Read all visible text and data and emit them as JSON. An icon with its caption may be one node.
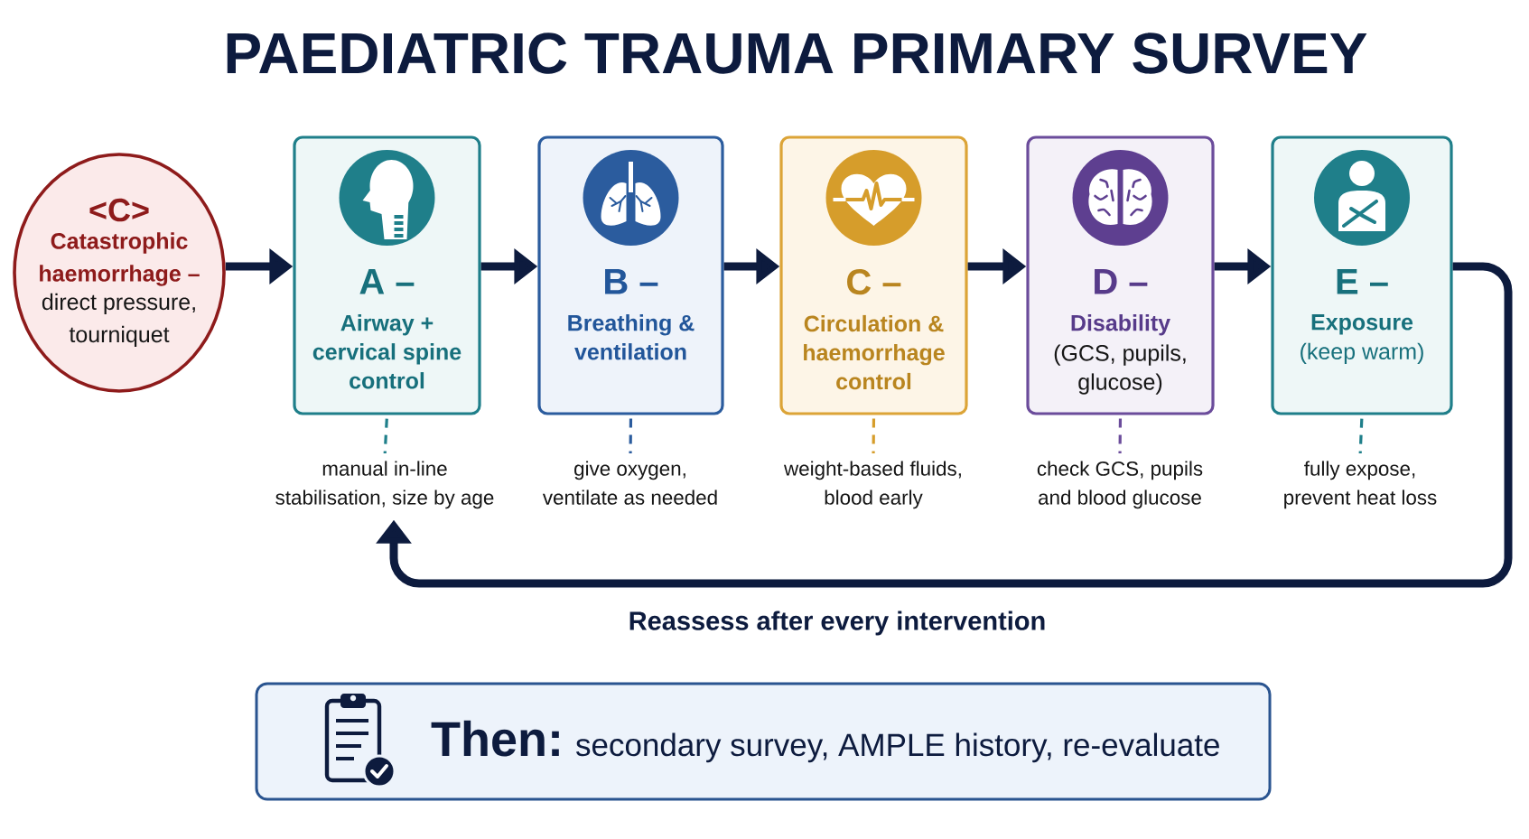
{
  "diagram": {
    "title": "PAEDIATRIC TRAUMA PRIMARY SURVEY",
    "nodes": [
      {
        "text": [
          "<C>",
          "Catastrophic haemorrhage –",
          "direct pressure, tourniquet"
        ]
      },
      {
        "text": [
          "A –",
          "Airway + cervical spine control"
        ]
      },
      {
        "text": [
          "B –",
          "Breathing & ventilation"
        ]
      },
      {
        "text": [
          "C –",
          "Circulation & haemorrhage control"
        ]
      },
      {
        "text": [
          "D –",
          "Disability",
          "(GCS, pupils, glucose)"
        ]
      },
      {
        "text": [
          "E –",
          "Exposure",
          "(keep warm)"
        ]
      },
      {
        "text": [
          "manual in-line stabilisation, size by age"
        ]
      },
      {
        "text": [
          "give oxygen, ventilate as needed"
        ]
      },
      {
        "text": [
          "weight-based fluids, blood early"
        ]
      },
      {
        "text": [
          "check GCS, pupils and blood glucose"
        ]
      },
      {
        "text": [
          "fully expose, prevent heat loss"
        ]
      },
      {
        "text": [
          "Then:",
          "secondary survey, AMPLE history, re-evaluate"
        ]
      }
    ],
    "edges": [
      {
        "from": 0,
        "to": 1,
        "arrow": "to"
      },
      {
        "from": 1,
        "to": 2,
        "arrow": "to"
      },
      {
        "from": 2,
        "to": 3,
        "arrow": "to"
      },
      {
        "from": 3,
        "to": 4,
        "arrow": "to"
      },
      {
        "from": 4,
        "to": 5,
        "arrow": "to"
      },
      {
        "from": 1,
        "to": 6,
        "arrow": "none",
        "style": "dashed",
        "color": "#1f7f8a"
      },
      {
        "from": 2,
        "to": 7,
        "arrow": "none",
        "style": "dashed",
        "color": "#2b5c9e"
      },
      {
        "from": 3,
        "to": 8,
        "arrow": "none",
        "style": "dashed",
        "color": "#d69d2b"
      },
      {
        "from": 4,
        "to": 9,
        "arrow": "none",
        "style": "dashed",
        "color": "#6b4c9b"
      },
      {
        "from": 5,
        "to": 10,
        "arrow": "none",
        "style": "dashed",
        "color": "#1f7f8a"
      },
      {
        "from": 5,
        "to": 6,
        "arrow": "to",
        "label": "Reassess after every intervention"
      }
    ]
  }
}
